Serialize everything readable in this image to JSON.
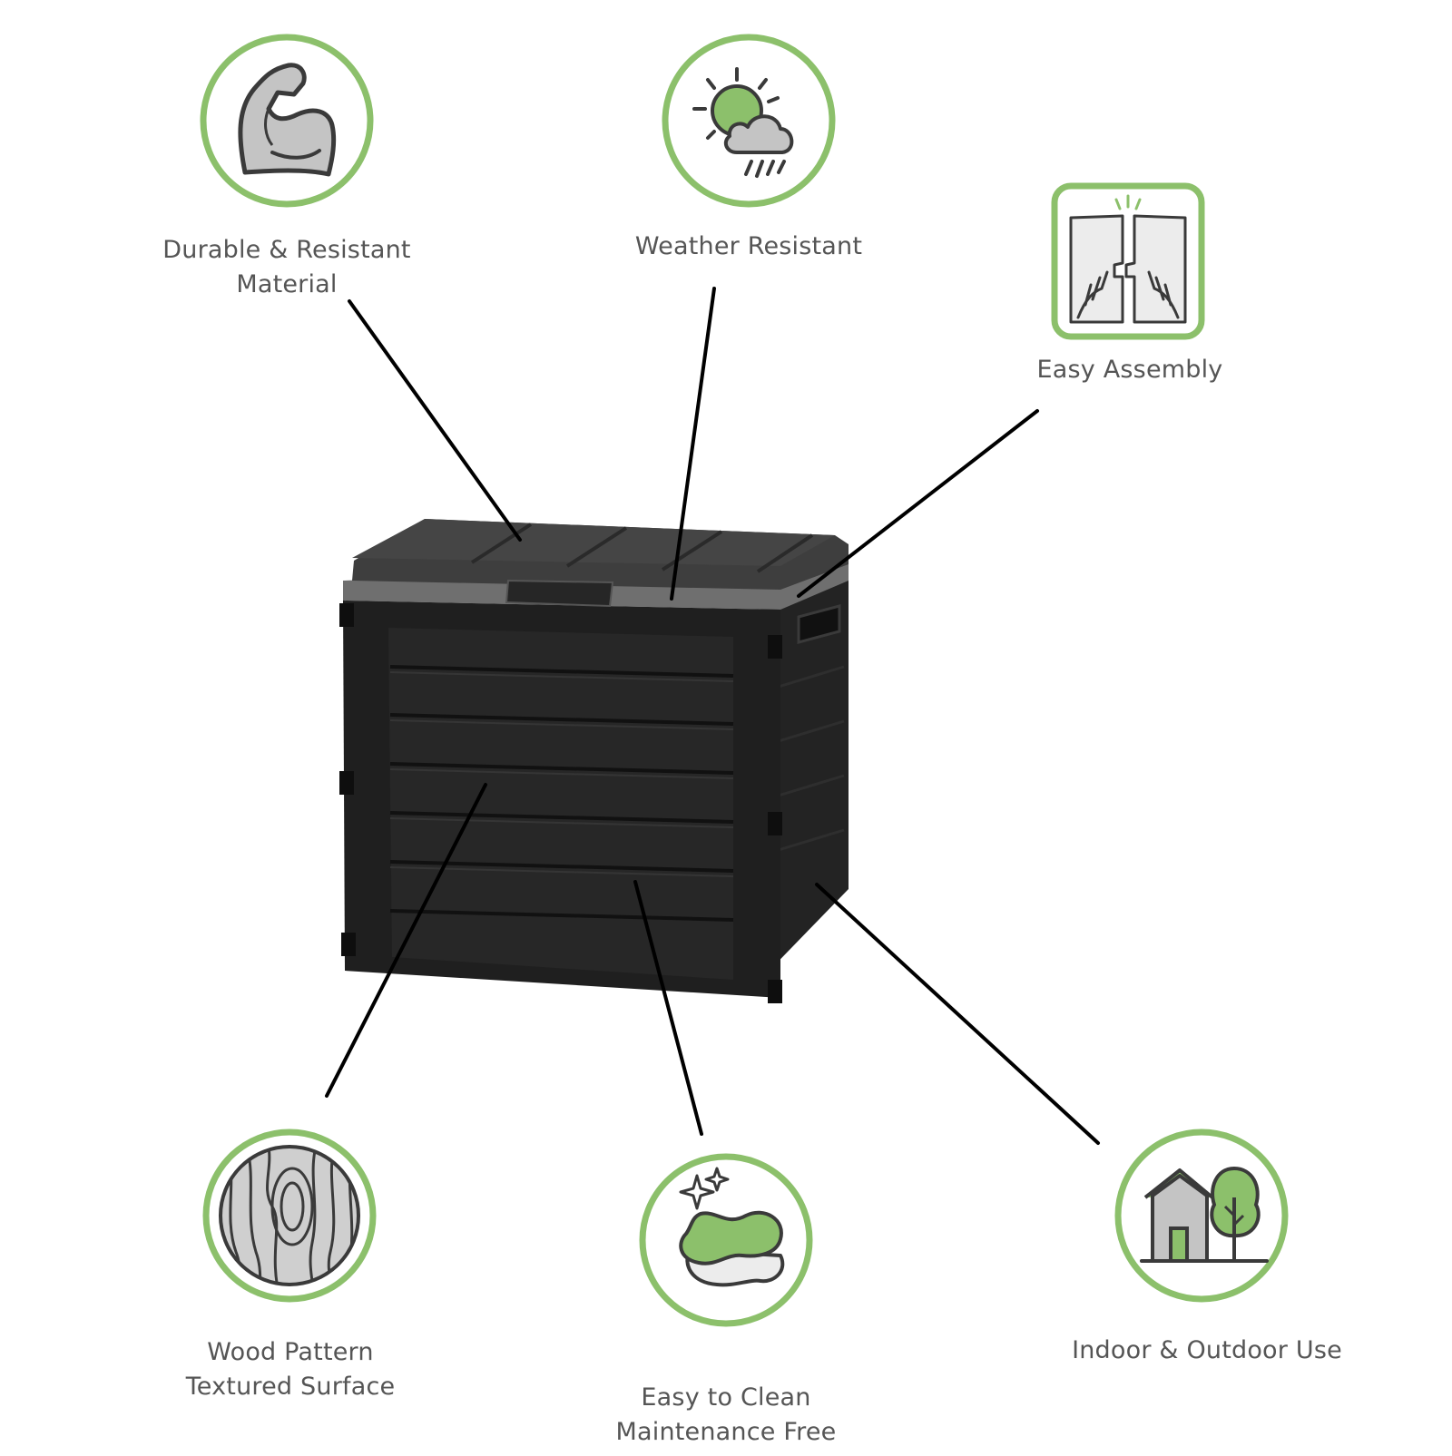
{
  "colors": {
    "accent_green": "#8cc06b",
    "icon_gray": "#c4c4c4",
    "icon_stroke": "#3a3a3a",
    "label_gray": "#555555",
    "product_black": "#1c1c1c",
    "product_gray": "#6b6b6b"
  },
  "product": {
    "icon": "storage-box"
  },
  "features": [
    {
      "id": "durable",
      "icon": "flexed-arm-icon",
      "lines": [
        "Durable & Resistant",
        "Material"
      ]
    },
    {
      "id": "weather",
      "icon": "sun-cloud-rain-icon",
      "lines": [
        "Weather Resistant"
      ]
    },
    {
      "id": "assembly",
      "icon": "panel-assembly-icon",
      "lines": [
        "Easy Assembly"
      ]
    },
    {
      "id": "wood",
      "icon": "wood-grain-icon",
      "lines": [
        "Wood Pattern",
        "Textured Surface"
      ]
    },
    {
      "id": "clean",
      "icon": "sponge-sparkle-icon",
      "lines": [
        "Easy to Clean",
        "Maintenance Free"
      ]
    },
    {
      "id": "indoor",
      "icon": "house-tree-icon",
      "lines": [
        "Indoor & Outdoor Use"
      ]
    }
  ]
}
